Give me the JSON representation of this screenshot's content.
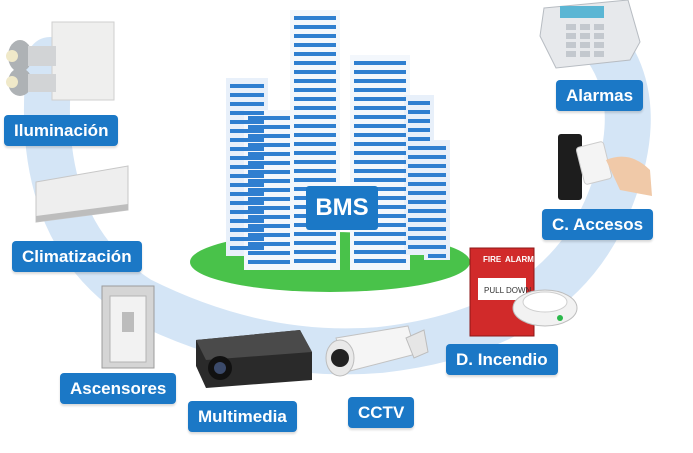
{
  "center": {
    "label": "BMS"
  },
  "systems": [
    {
      "id": "iluminacion",
      "label": "Iluminación",
      "icon": "light-bulb-icon"
    },
    {
      "id": "climatizacion",
      "label": "Climatización",
      "icon": "air-conditioner-icon"
    },
    {
      "id": "ascensores",
      "label": "Ascensores",
      "icon": "elevator-icon"
    },
    {
      "id": "multimedia",
      "label": "Multimedia",
      "icon": "projector-icon"
    },
    {
      "id": "cctv",
      "label": "CCTV",
      "icon": "security-camera-icon"
    },
    {
      "id": "incendio",
      "label": "D. Incendio",
      "icon": "fire-alarm-icon"
    },
    {
      "id": "accesos",
      "label": "C. Accesos",
      "icon": "card-reader-icon"
    },
    {
      "id": "alarmas",
      "label": "Alarmas",
      "icon": "alarm-keypad-icon"
    }
  ],
  "fire_panel": {
    "top_text": "FIRE",
    "top_text_2": "ALARM",
    "pull_text": "PULL DOWN"
  },
  "colors": {
    "label_bg": "#1b78c6",
    "ring": "#d4e5f6",
    "lawn": "#49c24a",
    "building": "#2f7fd0"
  }
}
